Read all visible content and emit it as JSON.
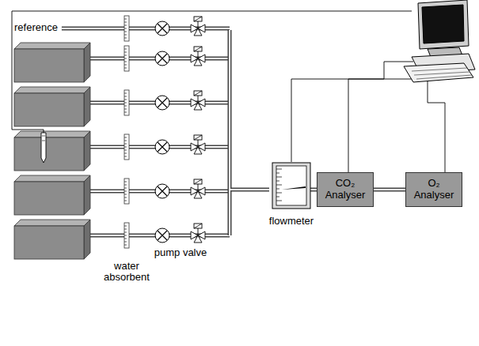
{
  "diagram": {
    "nodes": [
      {
        "text": [
          "flowmeter"
        ]
      },
      {
        "text": [
          "CO₂ Analyser"
        ]
      },
      {
        "text": [
          "O₂ Analyser"
        ]
      }
    ],
    "edges": [
      {
        "from": 0,
        "to": 1,
        "arrow": "none"
      },
      {
        "from": 1,
        "to": 2,
        "arrow": "none"
      }
    ],
    "labels": [
      "reference",
      "pump valve",
      "water absorbent"
    ]
  }
}
